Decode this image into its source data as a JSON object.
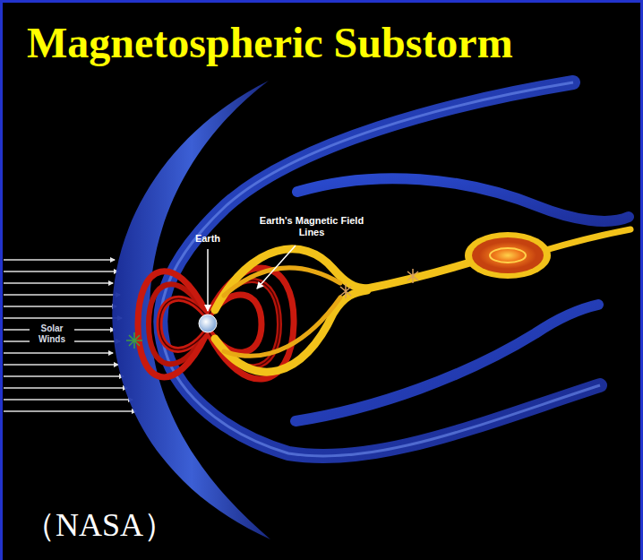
{
  "diagram": {
    "title": "Magnetospheric Substorm",
    "labels": [
      "Earth",
      "Earth's Magnetic Field Lines",
      "Solar Winds",
      "（NASA）"
    ]
  }
}
